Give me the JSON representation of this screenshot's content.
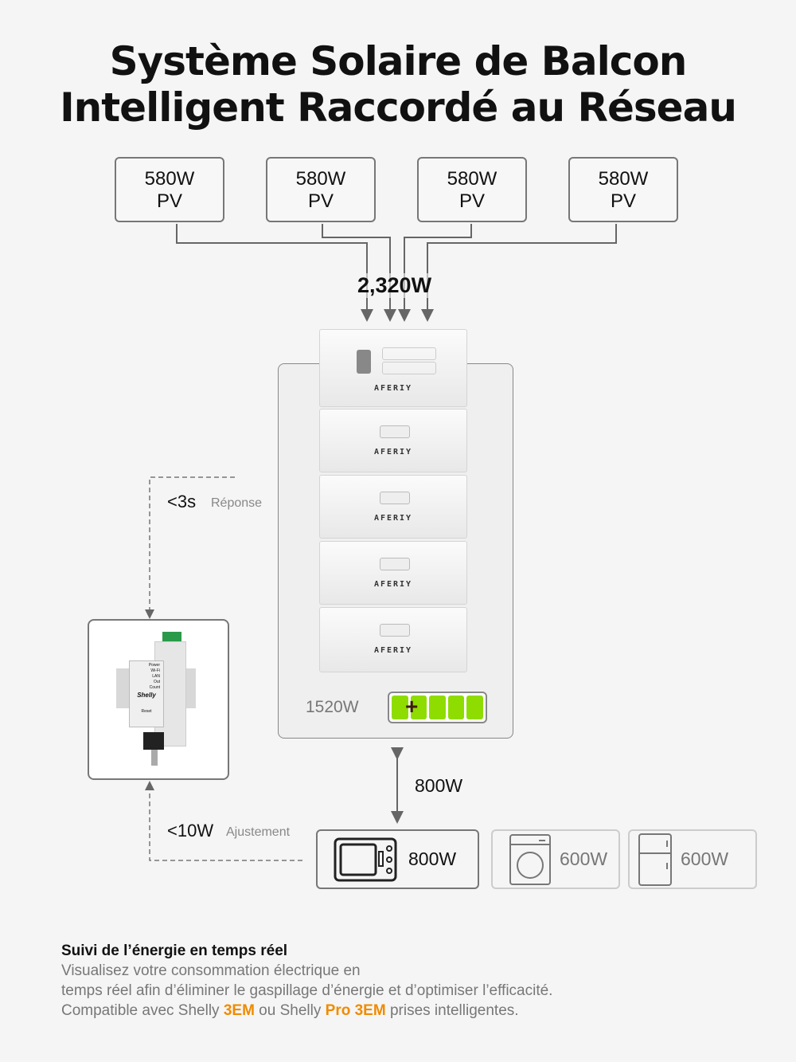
{
  "title": {
    "line1": "Système Solaire de Balcon",
    "line2": "Intelligent Raccordé au Réseau"
  },
  "pv_panels": [
    {
      "power": "580W",
      "label": "PV"
    },
    {
      "power": "580W",
      "label": "PV"
    },
    {
      "power": "580W",
      "label": "PV"
    },
    {
      "power": "580W",
      "label": "PV"
    }
  ],
  "total_input": "2,320W",
  "battery": {
    "brand": "AFERIY",
    "output": "1520W",
    "charge_fraction": 1.0,
    "accent": "#8fdc00"
  },
  "response": {
    "value": "<3s",
    "label": "Réponse"
  },
  "adjustment": {
    "value": "<10W",
    "label": "Ajustement"
  },
  "shelly": {
    "brand": "Shelly",
    "leds": [
      "Power",
      "Wi-Fi",
      "LAN",
      "Out",
      "Count"
    ],
    "button": "Reset"
  },
  "grid_output": "800W",
  "loads": [
    {
      "icon": "microwave-icon",
      "power": "800W"
    },
    {
      "icon": "washing-machine-icon",
      "power": "600W"
    },
    {
      "icon": "fridge-icon",
      "power": "600W"
    }
  ],
  "footer": {
    "heading": "Suivi de l’énergie en temps réel",
    "line1": "Visualisez votre consommation électrique en",
    "line2": "temps réel afin d’éliminer le gaspillage d’énergie et d’optimiser l’efficacité.",
    "line3_prefix": "Compatible avec Shelly ",
    "model1": "3EM",
    "line3_mid": " ou Shelly ",
    "model2": "Pro 3EM",
    "line3_suffix": " prises intelligentes."
  }
}
